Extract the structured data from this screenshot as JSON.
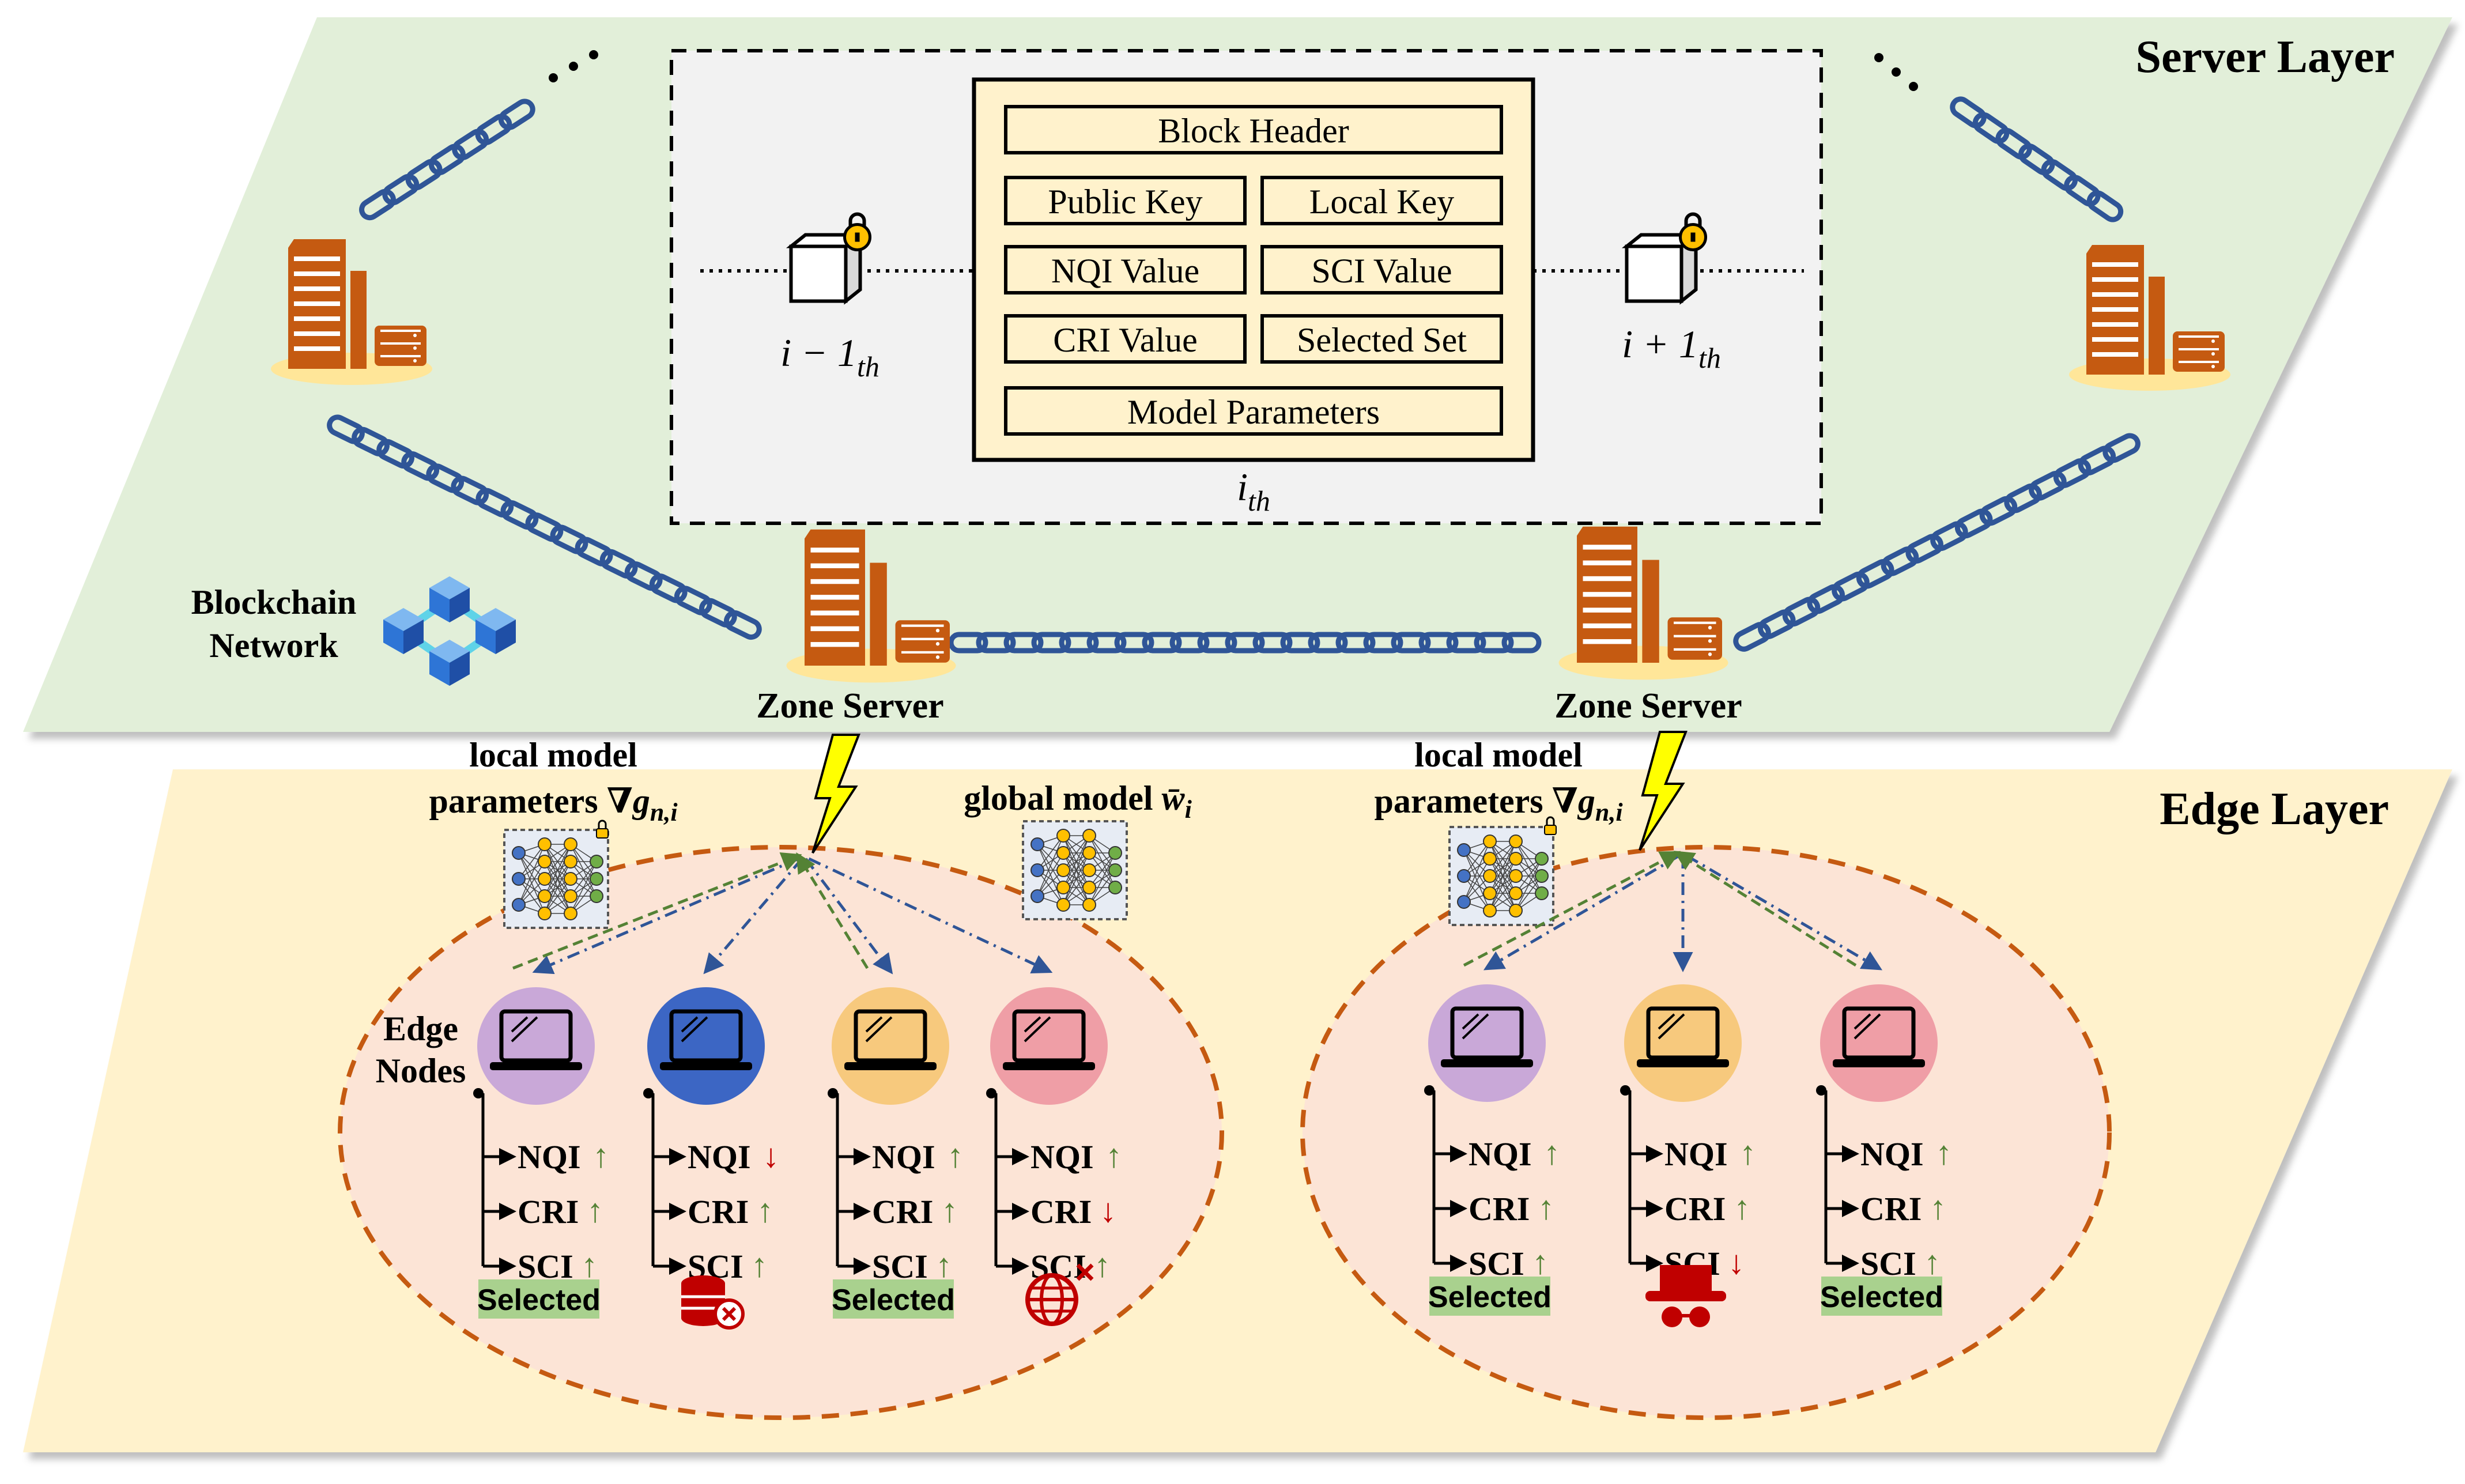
{
  "layers": {
    "server": "Server Layer",
    "edge": "Edge Layer"
  },
  "blockchain_label": [
    "Blockchain",
    "Network"
  ],
  "zone_server_label": "Zone Server",
  "block": {
    "fields": [
      "Block Header",
      "Public Key",
      "Local Key",
      "NQI Value",
      "SCI Value",
      "CRI Value",
      "Selected Set",
      "Model Parameters"
    ],
    "current": {
      "base": "i",
      "sub": "th"
    },
    "prev": {
      "base": "i − 1",
      "sub": "th"
    },
    "next": {
      "base": "i + 1",
      "sub": "th"
    }
  },
  "local_model_label": {
    "line1": "local model",
    "line2": "parameters ∇",
    "sym": "g",
    "sub": "n,i"
  },
  "global_model_label": {
    "text": "global model ",
    "sym": "w̄",
    "sub": "i"
  },
  "edge_nodes_label": [
    "Edge",
    "Nodes"
  ],
  "metrics": [
    "NQI",
    "CRI",
    "SCI"
  ],
  "selected_label": "Selected",
  "colors": {
    "server_plane": "#e2efd9",
    "edge_plane": "#fff2cc",
    "ellipse_fill": "#fce4d6",
    "ellipse_stroke": "#c55a11",
    "chain": "#2f5597",
    "server_icon": "#c55a11",
    "selected_bg": "#a9d18e",
    "arrow_up": "#548235",
    "arrow_down": "#c00000",
    "bolt": "#ffff00"
  },
  "clusters": [
    {
      "nodes": [
        {
          "color": "#c9a8d8",
          "metrics": [
            "up",
            "up",
            "up"
          ],
          "status": "selected"
        },
        {
          "color": "#3c66c4",
          "metrics": [
            "down",
            "up",
            "up"
          ],
          "status": "database-x"
        },
        {
          "color": "#f7c97d",
          "metrics": [
            "up",
            "up",
            "up"
          ],
          "status": "selected"
        },
        {
          "color": "#ef9ea6",
          "metrics": [
            "up",
            "down",
            "up"
          ],
          "status": "globe-x"
        }
      ]
    },
    {
      "nodes": [
        {
          "color": "#c9a8d8",
          "metrics": [
            "up",
            "up",
            "up"
          ],
          "status": "selected"
        },
        {
          "color": "#f7c97d",
          "metrics": [
            "up",
            "up",
            "down"
          ],
          "status": "hacker"
        },
        {
          "color": "#ef9ea6",
          "metrics": [
            "up",
            "up",
            "up"
          ],
          "status": "selected"
        }
      ]
    }
  ]
}
